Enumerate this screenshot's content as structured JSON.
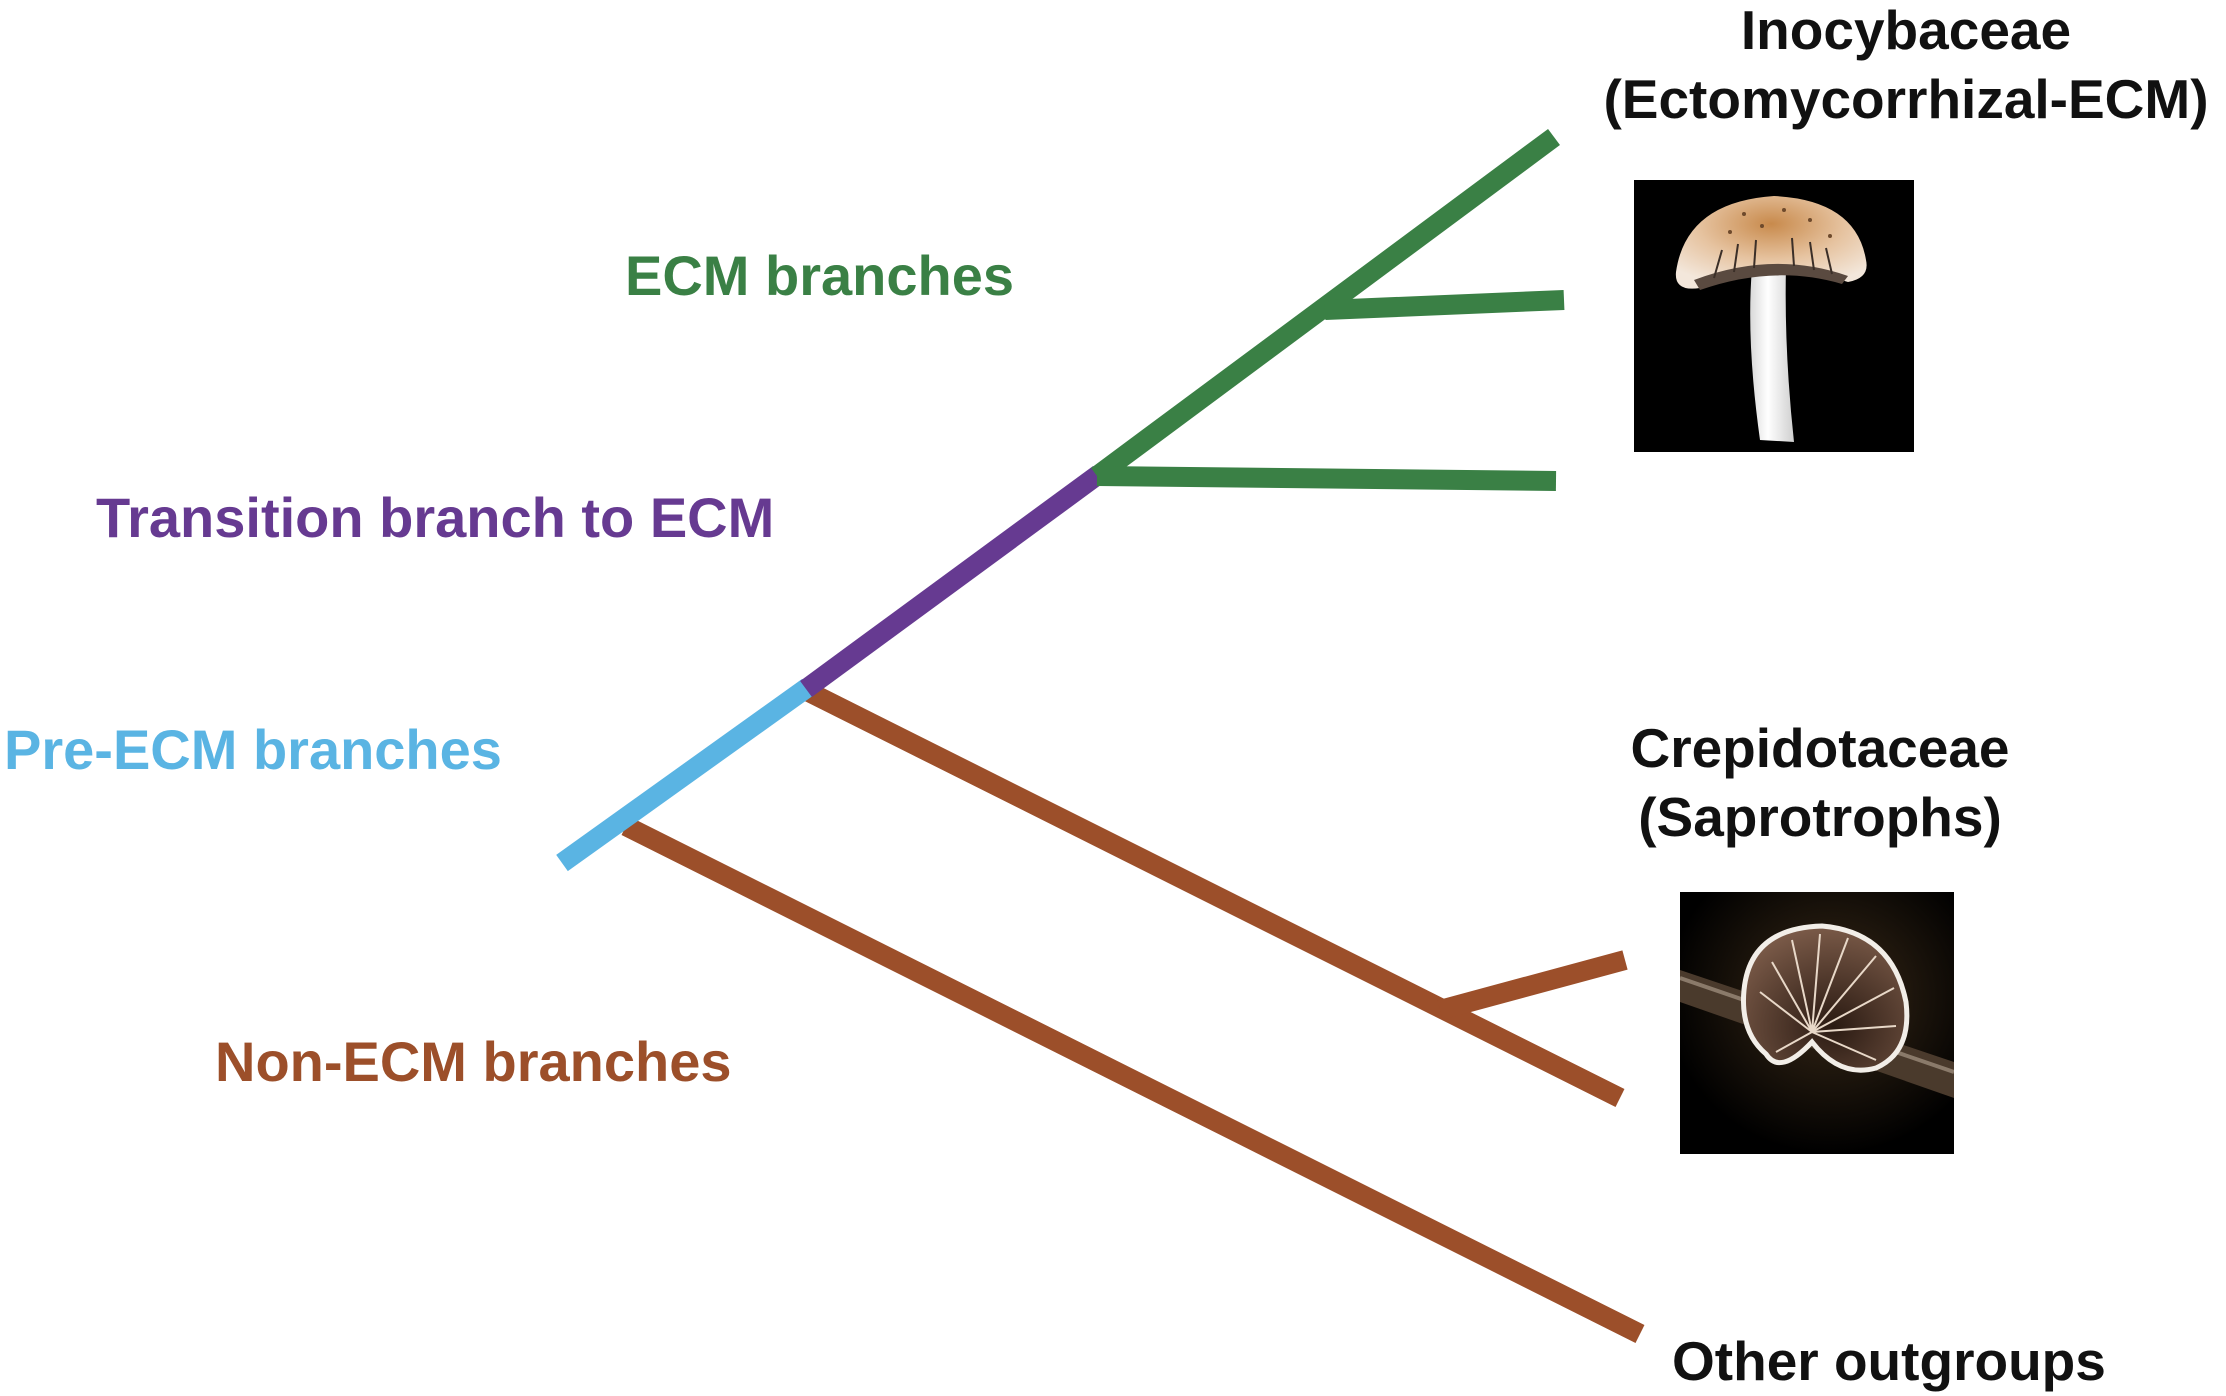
{
  "legend": {
    "ecm": "ECM branches",
    "transition": "Transition branch to ECM",
    "pre_ecm": "Pre-ECM branches",
    "non_ecm": "Non-ECM branches"
  },
  "taxa": {
    "inocybaceae": {
      "name": "Inocybaceae",
      "lifestyle": "(Ectomycorrhizal-ECM)"
    },
    "crepidotaceae": {
      "name": "Crepidotaceae",
      "lifestyle": "(Saprotrophs)"
    },
    "outgroups": {
      "name": "Other outgroups"
    }
  },
  "colors": {
    "ecm": "#3a8045",
    "transition": "#663a91",
    "pre_ecm": "#5ab4e3",
    "non_ecm": "#9c4f2a",
    "text": "#111111",
    "photo_background": "#000000"
  },
  "icons": {
    "inocybaceae_photo": "mushroom-photo-icon",
    "crepidotaceae_photo": "oyster-mushroom-photo-icon"
  }
}
